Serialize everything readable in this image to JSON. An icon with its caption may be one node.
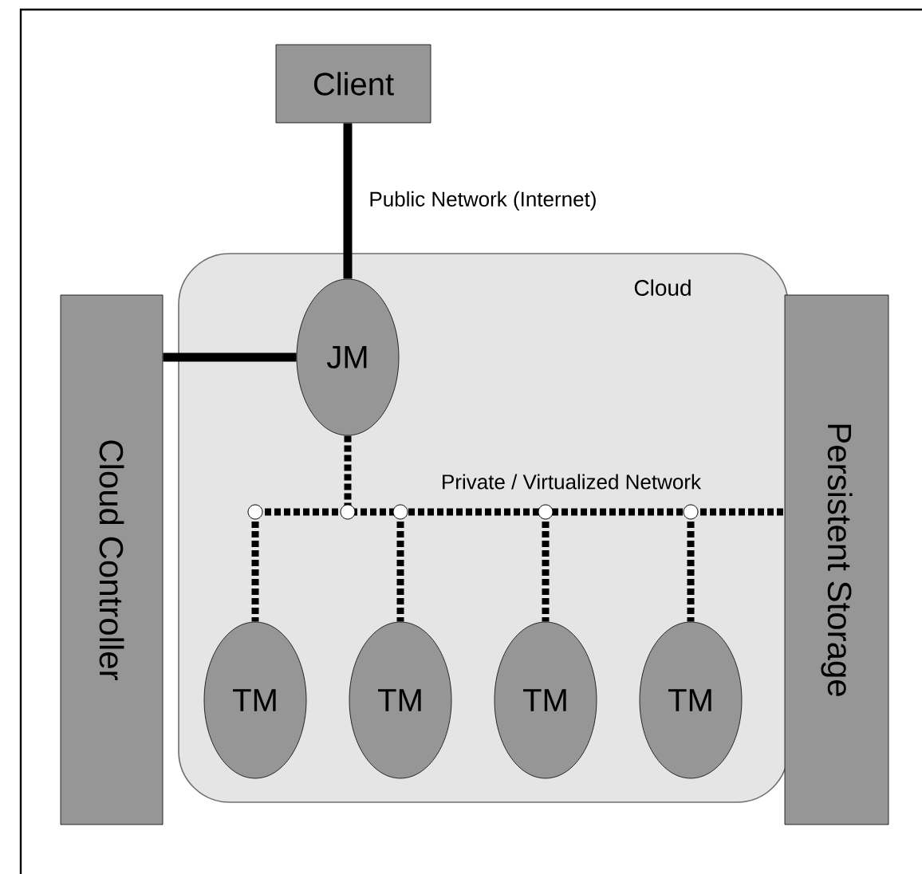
{
  "diagram": {
    "nodes": [
      {
        "text": [
          "Client"
        ]
      },
      {
        "text": [
          "Cloud"
        ]
      },
      {
        "text": [
          "Cloud Controller"
        ]
      },
      {
        "text": [
          "JM"
        ],
        "in": 1
      },
      {
        "text": [
          "Persistent Storage"
        ]
      },
      {
        "text": [
          "TM"
        ],
        "in": 1
      },
      {
        "text": [
          "TM"
        ],
        "in": 1
      },
      {
        "text": [
          "TM"
        ],
        "in": 1
      },
      {
        "text": [
          "TM"
        ],
        "in": 1
      }
    ],
    "edges": [
      {
        "from": 0,
        "to": 3,
        "arrow": "none",
        "label": "Public Network (Internet)"
      },
      {
        "from": 2,
        "to": 3,
        "arrow": "none"
      },
      {
        "from": 3,
        "to": 5,
        "arrow": "none",
        "style": "dashed"
      },
      {
        "from": 3,
        "to": 6,
        "arrow": "none",
        "style": "dashed"
      },
      {
        "from": 3,
        "to": 7,
        "arrow": "none",
        "style": "dashed"
      },
      {
        "from": 3,
        "to": 8,
        "arrow": "none",
        "style": "dashed"
      },
      {
        "from": 3,
        "to": 4,
        "arrow": "none",
        "style": "dashed"
      }
    ],
    "labels": [
      "Private / Virtualized Network"
    ]
  }
}
